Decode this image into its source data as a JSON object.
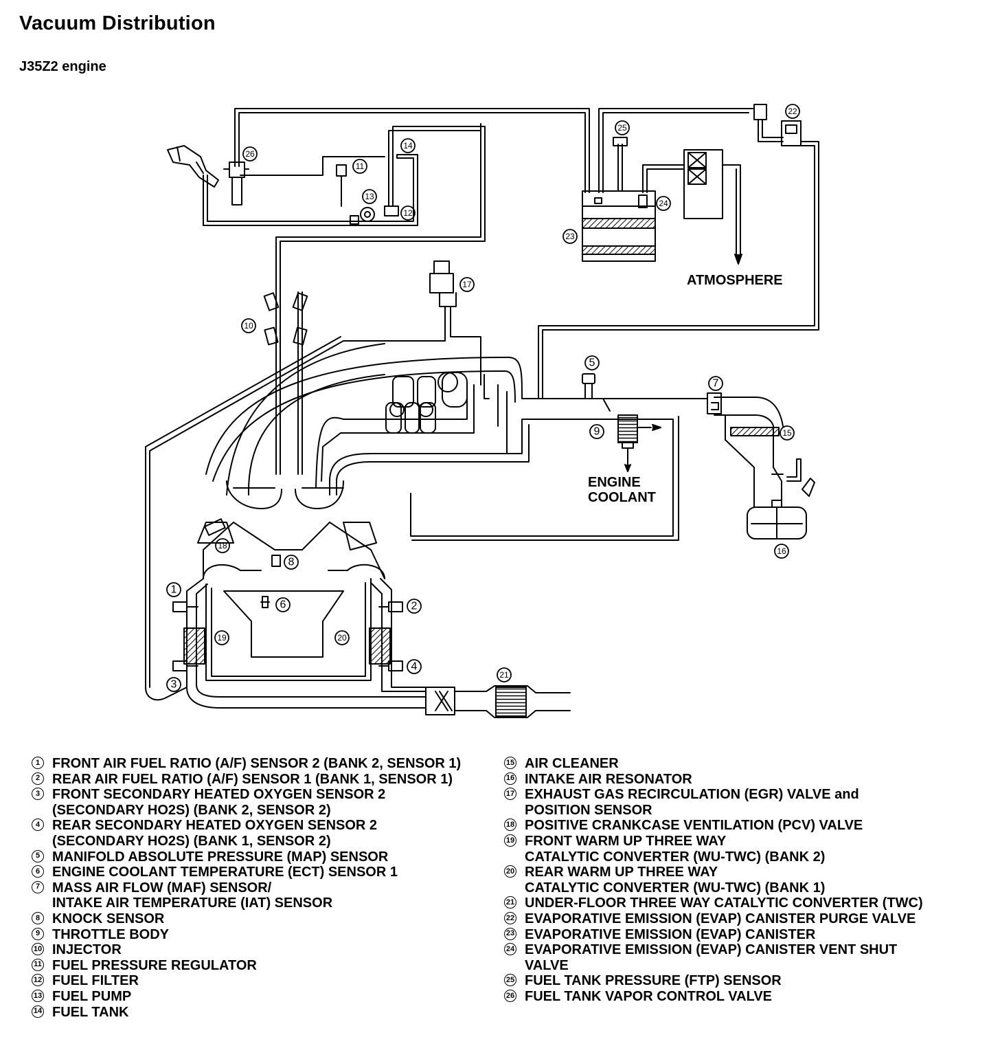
{
  "title": "Vacuum Distribution",
  "subtitle": "J35Z2 engine",
  "diagram_labels": {
    "atmosphere": "ATMOSPHERE",
    "engine_coolant_line1": "ENGINE",
    "engine_coolant_line2": "COOLANT"
  },
  "legend_left": [
    {
      "num": "1",
      "lines": [
        "FRONT AIR FUEL RATIO (A/F) SENSOR 2 (BANK 2, SENSOR 1)"
      ]
    },
    {
      "num": "2",
      "lines": [
        "REAR AIR FUEL RATIO (A/F) SENSOR 1 (BANK 1, SENSOR 1)"
      ]
    },
    {
      "num": "3",
      "lines": [
        "FRONT SECONDARY HEATED OXYGEN SENSOR 2",
        "(SECONDARY HO2S) (BANK 2, SENSOR 2)"
      ]
    },
    {
      "num": "4",
      "lines": [
        "REAR SECONDARY HEATED OXYGEN SENSOR 2",
        "(SECONDARY HO2S) (BANK 1, SENSOR 2)"
      ]
    },
    {
      "num": "5",
      "lines": [
        "MANIFOLD ABSOLUTE PRESSURE (MAP) SENSOR"
      ]
    },
    {
      "num": "6",
      "lines": [
        "ENGINE COOLANT TEMPERATURE (ECT) SENSOR 1"
      ]
    },
    {
      "num": "7",
      "lines": [
        "MASS AIR FLOW (MAF) SENSOR/",
        "INTAKE AIR TEMPERATURE (IAT) SENSOR"
      ]
    },
    {
      "num": "8",
      "lines": [
        "KNOCK SENSOR"
      ]
    },
    {
      "num": "9",
      "lines": [
        "THROTTLE BODY"
      ]
    },
    {
      "num": "10",
      "lines": [
        "INJECTOR"
      ]
    },
    {
      "num": "11",
      "lines": [
        "FUEL PRESSURE REGULATOR"
      ]
    },
    {
      "num": "12",
      "lines": [
        "FUEL FILTER"
      ]
    },
    {
      "num": "13",
      "lines": [
        "FUEL PUMP"
      ]
    },
    {
      "num": "14",
      "lines": [
        "FUEL TANK"
      ]
    }
  ],
  "legend_right": [
    {
      "num": "15",
      "lines": [
        "AIR CLEANER"
      ]
    },
    {
      "num": "16",
      "lines": [
        "INTAKE AIR RESONATOR"
      ]
    },
    {
      "num": "17",
      "lines": [
        "EXHAUST GAS RECIRCULATION (EGR) VALVE and",
        "POSITION SENSOR"
      ]
    },
    {
      "num": "18",
      "lines": [
        "POSITIVE CRANKCASE VENTILATION (PCV) VALVE"
      ]
    },
    {
      "num": "19",
      "lines": [
        "FRONT WARM UP THREE WAY",
        "CATALYTIC CONVERTER (WU-TWC) (BANK 2)"
      ]
    },
    {
      "num": "20",
      "lines": [
        "REAR WARM UP THREE WAY",
        "CATALYTIC CONVERTER (WU-TWC) (BANK 1)"
      ]
    },
    {
      "num": "21",
      "lines": [
        "UNDER-FLOOR THREE WAY CATALYTIC CONVERTER (TWC)"
      ]
    },
    {
      "num": "22",
      "lines": [
        "EVAPORATIVE EMISSION (EVAP) CANISTER PURGE VALVE"
      ]
    },
    {
      "num": "23",
      "lines": [
        "EVAPORATIVE EMISSION (EVAP) CANISTER"
      ]
    },
    {
      "num": "24",
      "lines": [
        "EVAPORATIVE EMISSION (EVAP) CANISTER VENT SHUT",
        "VALVE"
      ]
    },
    {
      "num": "25",
      "lines": [
        "FUEL TANK PRESSURE (FTP) SENSOR"
      ]
    },
    {
      "num": "26",
      "lines": [
        "FUEL TANK VAPOR CONTROL VALVE"
      ]
    }
  ]
}
